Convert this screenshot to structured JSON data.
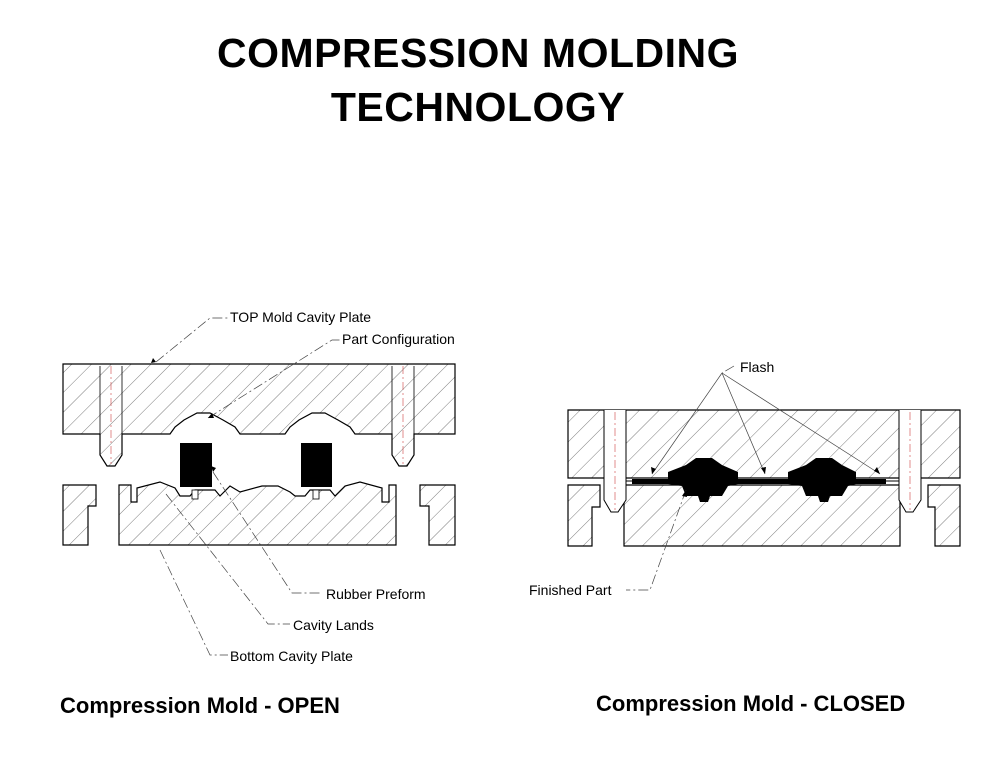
{
  "title": {
    "line1": "COMPRESSION MOLDING",
    "line2": "TECHNOLOGY"
  },
  "open_mold": {
    "caption": "Compression Mold - OPEN",
    "labels": {
      "top_plate": "TOP Mold Cavity Plate",
      "part_configuration": "Part Configuration",
      "rubber_preform": "Rubber Preform",
      "cavity_lands": "Cavity Lands",
      "bottom_plate": "Bottom Cavity Plate"
    }
  },
  "closed_mold": {
    "caption": "Compression Mold - CLOSED",
    "labels": {
      "flash": "Flash",
      "finished_part": "Finished Part"
    }
  },
  "colors": {
    "line": "#000000",
    "hatch": "#6e6e6e",
    "rubber": "#000000",
    "leader": "#444444"
  }
}
